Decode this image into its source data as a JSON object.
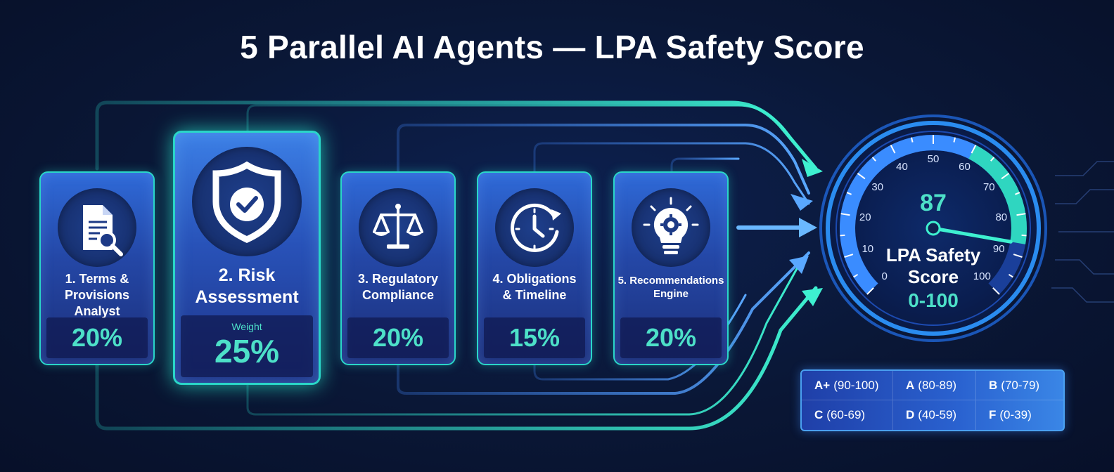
{
  "title": "5 Parallel AI Agents — LPA Safety Score",
  "agents": [
    {
      "label": "1. Terms &\nProvisions\nAnalyst",
      "weight": "20%",
      "icon": "document-search-icon"
    },
    {
      "label": "2. Risk\nAssessment",
      "weight_word": "Weight",
      "weight": "25%",
      "icon": "shield-check-icon",
      "featured": true
    },
    {
      "label": "3. Regulatory\nCompliance",
      "weight": "20%",
      "icon": "scales-icon"
    },
    {
      "label": "4. Obligations\n& Timeline",
      "weight": "15%",
      "icon": "clock-icon"
    },
    {
      "label": "5. Recommendations\nEngine",
      "weight": "20%",
      "icon": "lightbulb-gear-icon"
    }
  ],
  "gauge": {
    "score": "87",
    "score_value": 87,
    "title": "LPA Safety\nScore",
    "range": "0-100",
    "ticks": [
      "0",
      "10",
      "20",
      "30",
      "40",
      "50",
      "60",
      "70",
      "80",
      "90",
      "100"
    ]
  },
  "grades": [
    {
      "letter": "A+",
      "range": "(90-100)"
    },
    {
      "letter": "A",
      "range": "(80-89)"
    },
    {
      "letter": "B",
      "range": "(70-79)"
    },
    {
      "letter": "C",
      "range": "(60-69)"
    },
    {
      "letter": "D",
      "range": "(40-59)"
    },
    {
      "letter": "F",
      "range": "(0-39)"
    }
  ],
  "colors": {
    "accent_teal": "#4de0c8",
    "card_blue": "#2f6ad8",
    "background": "#0a1736"
  }
}
